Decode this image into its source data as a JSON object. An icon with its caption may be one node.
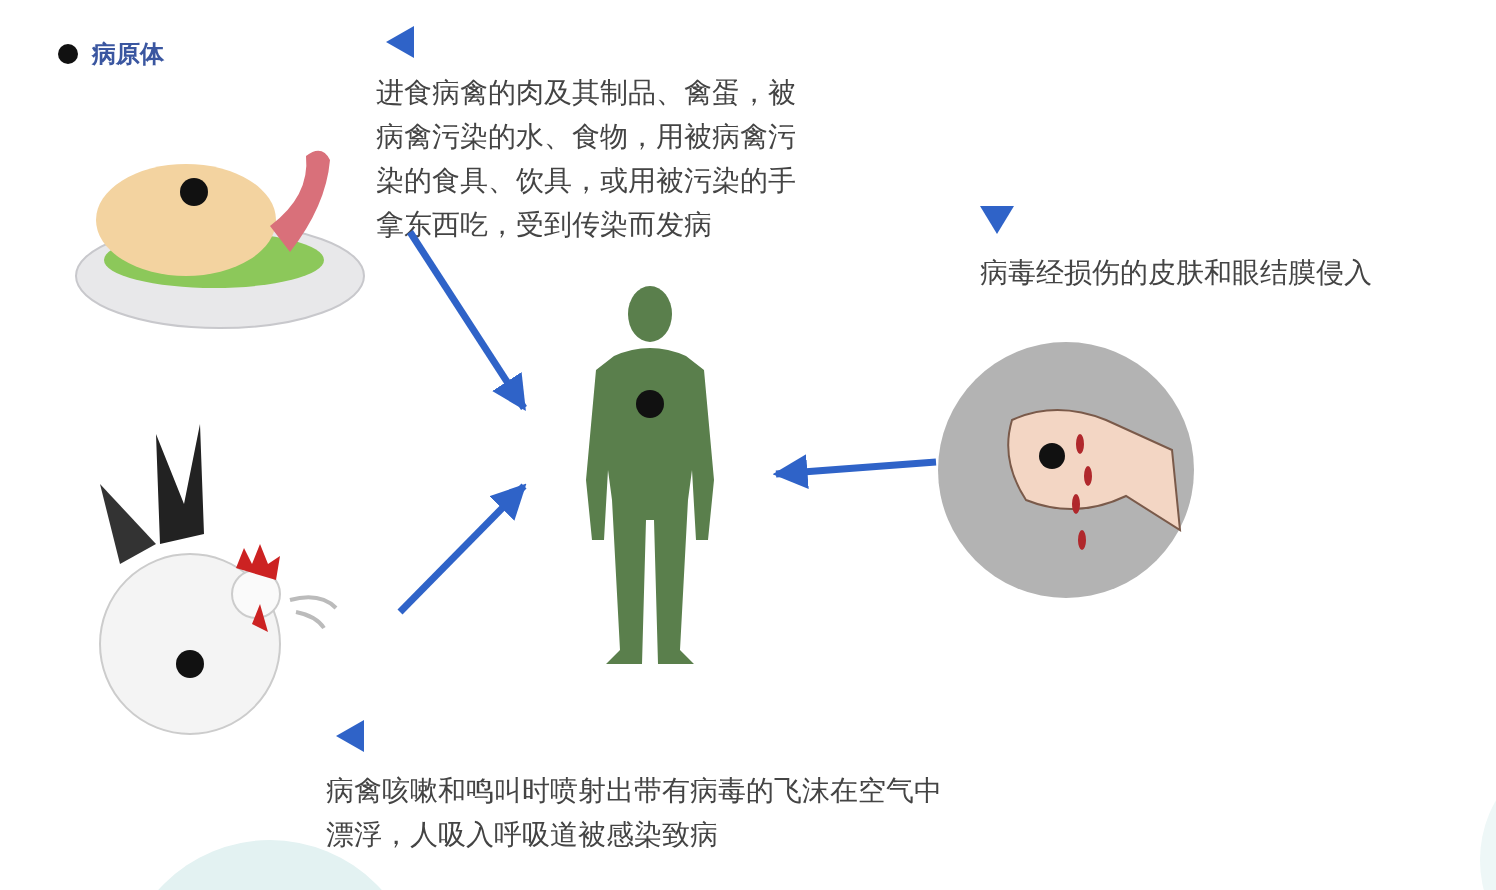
{
  "diagram": {
    "nodes": [
      {
        "text": [],
        "shape": "picture"
      },
      {
        "text": [
          "进食病禽的肉及其制品、禽蛋，被病禽污染的水、食物，用被病禽污染的食具、饮具，或用被污染的手拿东西吃，受到传染而发病"
        ]
      },
      {
        "text": [],
        "shape": "picture"
      },
      {
        "text": [],
        "shape": "person"
      },
      {
        "text": [],
        "shape": "picture"
      }
    ],
    "edges": [
      {
        "from": 1,
        "to": 3,
        "arrow": "to"
      },
      {
        "from": 2,
        "to": 3,
        "arrow": "to"
      },
      {
        "from": 4,
        "to": 3,
        "arrow": "to"
      }
    ],
    "labels": [
      "病毒经损伤的皮肤和眼结膜侵入",
      "病禽咳嗽和鸣叫时喷射出带有病毒的飞沫在空气中漂浮，人吸入呼吸道被感染致病"
    ],
    "legend": [
      {
        "text": "病原体",
        "color": "#111111"
      }
    ]
  }
}
